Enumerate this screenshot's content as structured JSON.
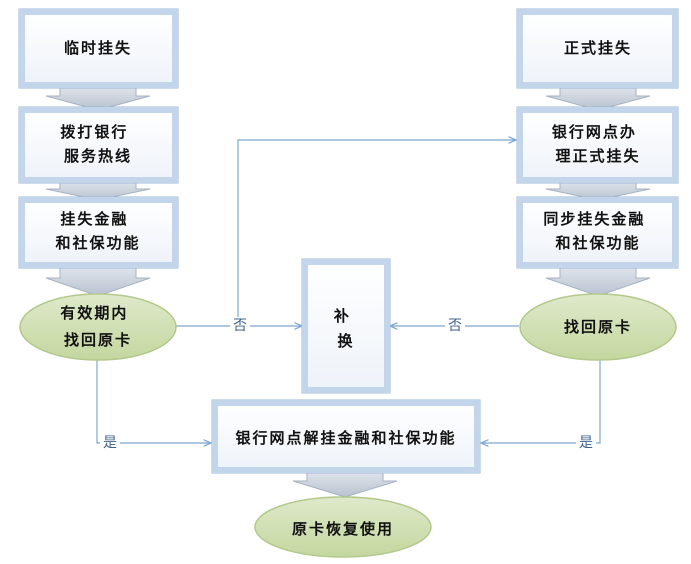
{
  "nodes": {
    "temporary_loss": [
      "临时挂失"
    ],
    "call_hotline": [
      "拨打银行",
      "服务热线"
    ],
    "freeze_functions": [
      "挂失金融",
      "和社保功能"
    ],
    "found_in_period": [
      "有效期内",
      "找回原卡"
    ],
    "formal_loss": [
      "正式挂失"
    ],
    "branch_formal_loss": [
      "银行网点办",
      "理正式挂失"
    ],
    "sync_freeze": [
      "同步挂失金融",
      "和社保功能"
    ],
    "found_card": [
      "找回原卡"
    ],
    "reissue": [
      "补",
      "换"
    ],
    "unfreeze": [
      "银行网点解挂金融和社保功能"
    ],
    "resume_use": [
      "原卡恢复使用"
    ]
  },
  "edge_labels": {
    "left_no": "否",
    "right_no": "否",
    "left_yes": "是",
    "right_yes": "是"
  },
  "colors": {
    "box_border": "#c3d5ea",
    "box_outline": "#9db7d6",
    "box_fill_top": "#ffffff",
    "box_fill_bottom": "#eef3f9",
    "ellipse_fill_top": "#dfe9cb",
    "ellipse_fill_bottom": "#c4d79f",
    "ellipse_border": "#b3c88c",
    "arrow_fill_top": "#e4e8ee",
    "arrow_fill_bottom": "#b8c2cf",
    "arrow_border": "#a7b2c1",
    "connector": "#7ea6d0",
    "label": "#41628f",
    "text": "#111111"
  }
}
